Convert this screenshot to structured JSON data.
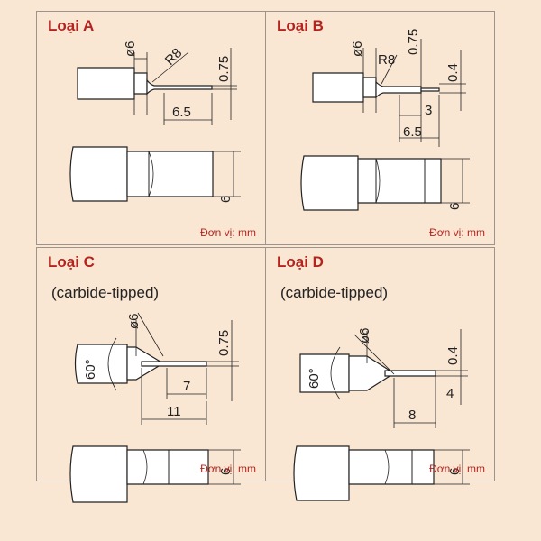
{
  "panels": {
    "a": {
      "title": "Loại A",
      "unit": "Đơn vị: mm",
      "labels": {
        "dia": "ø6",
        "radius": "R8",
        "tip": "0.75",
        "length": "6.5",
        "height": "6"
      }
    },
    "b": {
      "title": "Loại B",
      "unit": "Đơn vị: mm",
      "labels": {
        "dia": "ø6",
        "radius": "R8",
        "tip": "0.75",
        "tip2": "0.4",
        "len_short": "3",
        "length": "6.5",
        "height": "6"
      }
    },
    "c": {
      "title": "Loại C",
      "subtitle": "(carbide-tipped)",
      "unit": "Đơn vị: mm",
      "labels": {
        "dia": "ø6",
        "angle": "60°",
        "tip": "0.75",
        "len_short": "7",
        "length": "11",
        "height": "6"
      }
    },
    "d": {
      "title": "Loại D",
      "subtitle": "(carbide-tipped)",
      "unit": "Đơn vị: mm",
      "labels": {
        "dia": "ø6",
        "angle": "60°",
        "tip": "0.4",
        "len_short": "4",
        "length": "8",
        "height": "6"
      }
    }
  }
}
